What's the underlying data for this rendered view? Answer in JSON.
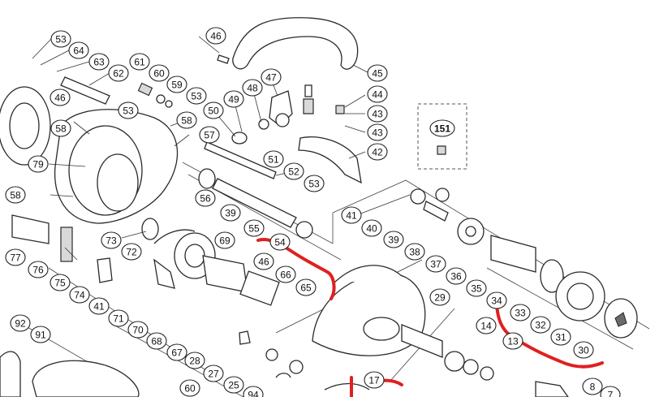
{
  "annotation_color": "#e02020",
  "callouts": [
    {
      "label": "53"
    },
    {
      "label": "64"
    },
    {
      "label": "63"
    },
    {
      "label": "62"
    },
    {
      "label": "61"
    },
    {
      "label": "60"
    },
    {
      "label": "59"
    },
    {
      "label": "53"
    },
    {
      "label": "46"
    },
    {
      "label": "45"
    },
    {
      "label": "44"
    },
    {
      "label": "43"
    },
    {
      "label": "43"
    },
    {
      "label": "42"
    },
    {
      "label": "47"
    },
    {
      "label": "48"
    },
    {
      "label": "49"
    },
    {
      "label": "50"
    },
    {
      "label": "46"
    },
    {
      "label": "53"
    },
    {
      "label": "58"
    },
    {
      "label": "58"
    },
    {
      "label": "57"
    },
    {
      "label": "79"
    },
    {
      "label": "51"
    },
    {
      "label": "52"
    },
    {
      "label": "53"
    },
    {
      "label": "151"
    },
    {
      "label": "58"
    },
    {
      "label": "56"
    },
    {
      "label": "39"
    },
    {
      "label": "55"
    },
    {
      "label": "54"
    },
    {
      "label": "41"
    },
    {
      "label": "40"
    },
    {
      "label": "39"
    },
    {
      "label": "38"
    },
    {
      "label": "37"
    },
    {
      "label": "36"
    },
    {
      "label": "35"
    },
    {
      "label": "34"
    },
    {
      "label": "33"
    },
    {
      "label": "32"
    },
    {
      "label": "31"
    },
    {
      "label": "30"
    },
    {
      "label": "77"
    },
    {
      "label": "76"
    },
    {
      "label": "73"
    },
    {
      "label": "72"
    },
    {
      "label": "69"
    },
    {
      "label": "46"
    },
    {
      "label": "66"
    },
    {
      "label": "65"
    },
    {
      "label": "75"
    },
    {
      "label": "74"
    },
    {
      "label": "41"
    },
    {
      "label": "71"
    },
    {
      "label": "70"
    },
    {
      "label": "68"
    },
    {
      "label": "67"
    },
    {
      "label": "29"
    },
    {
      "label": "14"
    },
    {
      "label": "13"
    },
    {
      "label": "92"
    },
    {
      "label": "91"
    },
    {
      "label": "28"
    },
    {
      "label": "27"
    },
    {
      "label": "25"
    },
    {
      "label": "94"
    },
    {
      "label": "60"
    },
    {
      "label": "17"
    },
    {
      "label": "8"
    },
    {
      "label": "7"
    }
  ]
}
